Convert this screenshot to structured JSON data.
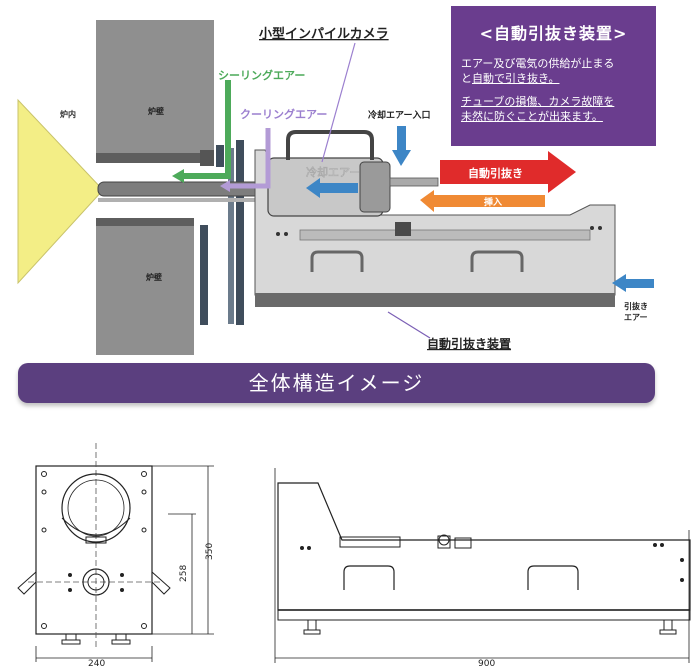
{
  "labels": {
    "ronai": "炉内",
    "rohekiTop": "炉壁",
    "rohekiBottom": "炉壁",
    "sealing": "シーリングエアー",
    "cooling": "クーリングエアー",
    "camera": "小型インパイルカメラ",
    "reikyakuIn": "冷却エアー入口",
    "reikyaku": "冷却エアー",
    "autoPull": "自動引抜き",
    "insert": "挿入",
    "pullAir1": "引抜き",
    "pullAir2": "エアー",
    "device": "自動引抜き装置"
  },
  "panel": {
    "title": "<自動引抜き装置>",
    "line1": "エアー及び電気の供給が止まる",
    "line2a": "と",
    "line2b": "自動で引き抜き。",
    "line3": "チューブの損傷、カメラ故障を",
    "line4": "未然に防ぐことが出来ます。"
  },
  "banner": "全体構造イメージ",
  "dims": {
    "w240": "240",
    "h350": "350",
    "h258": "258",
    "w900": "900"
  },
  "colors": {
    "furnace": "#f3ee86",
    "wall": "#8a8a8a",
    "green": "#4daa5a",
    "purple": "#b39bd6",
    "blue": "#3d86c6",
    "red": "#e02b2b",
    "orange": "#f08a34",
    "panel": "#6a3d8e",
    "banner": "#5b3f7f"
  }
}
